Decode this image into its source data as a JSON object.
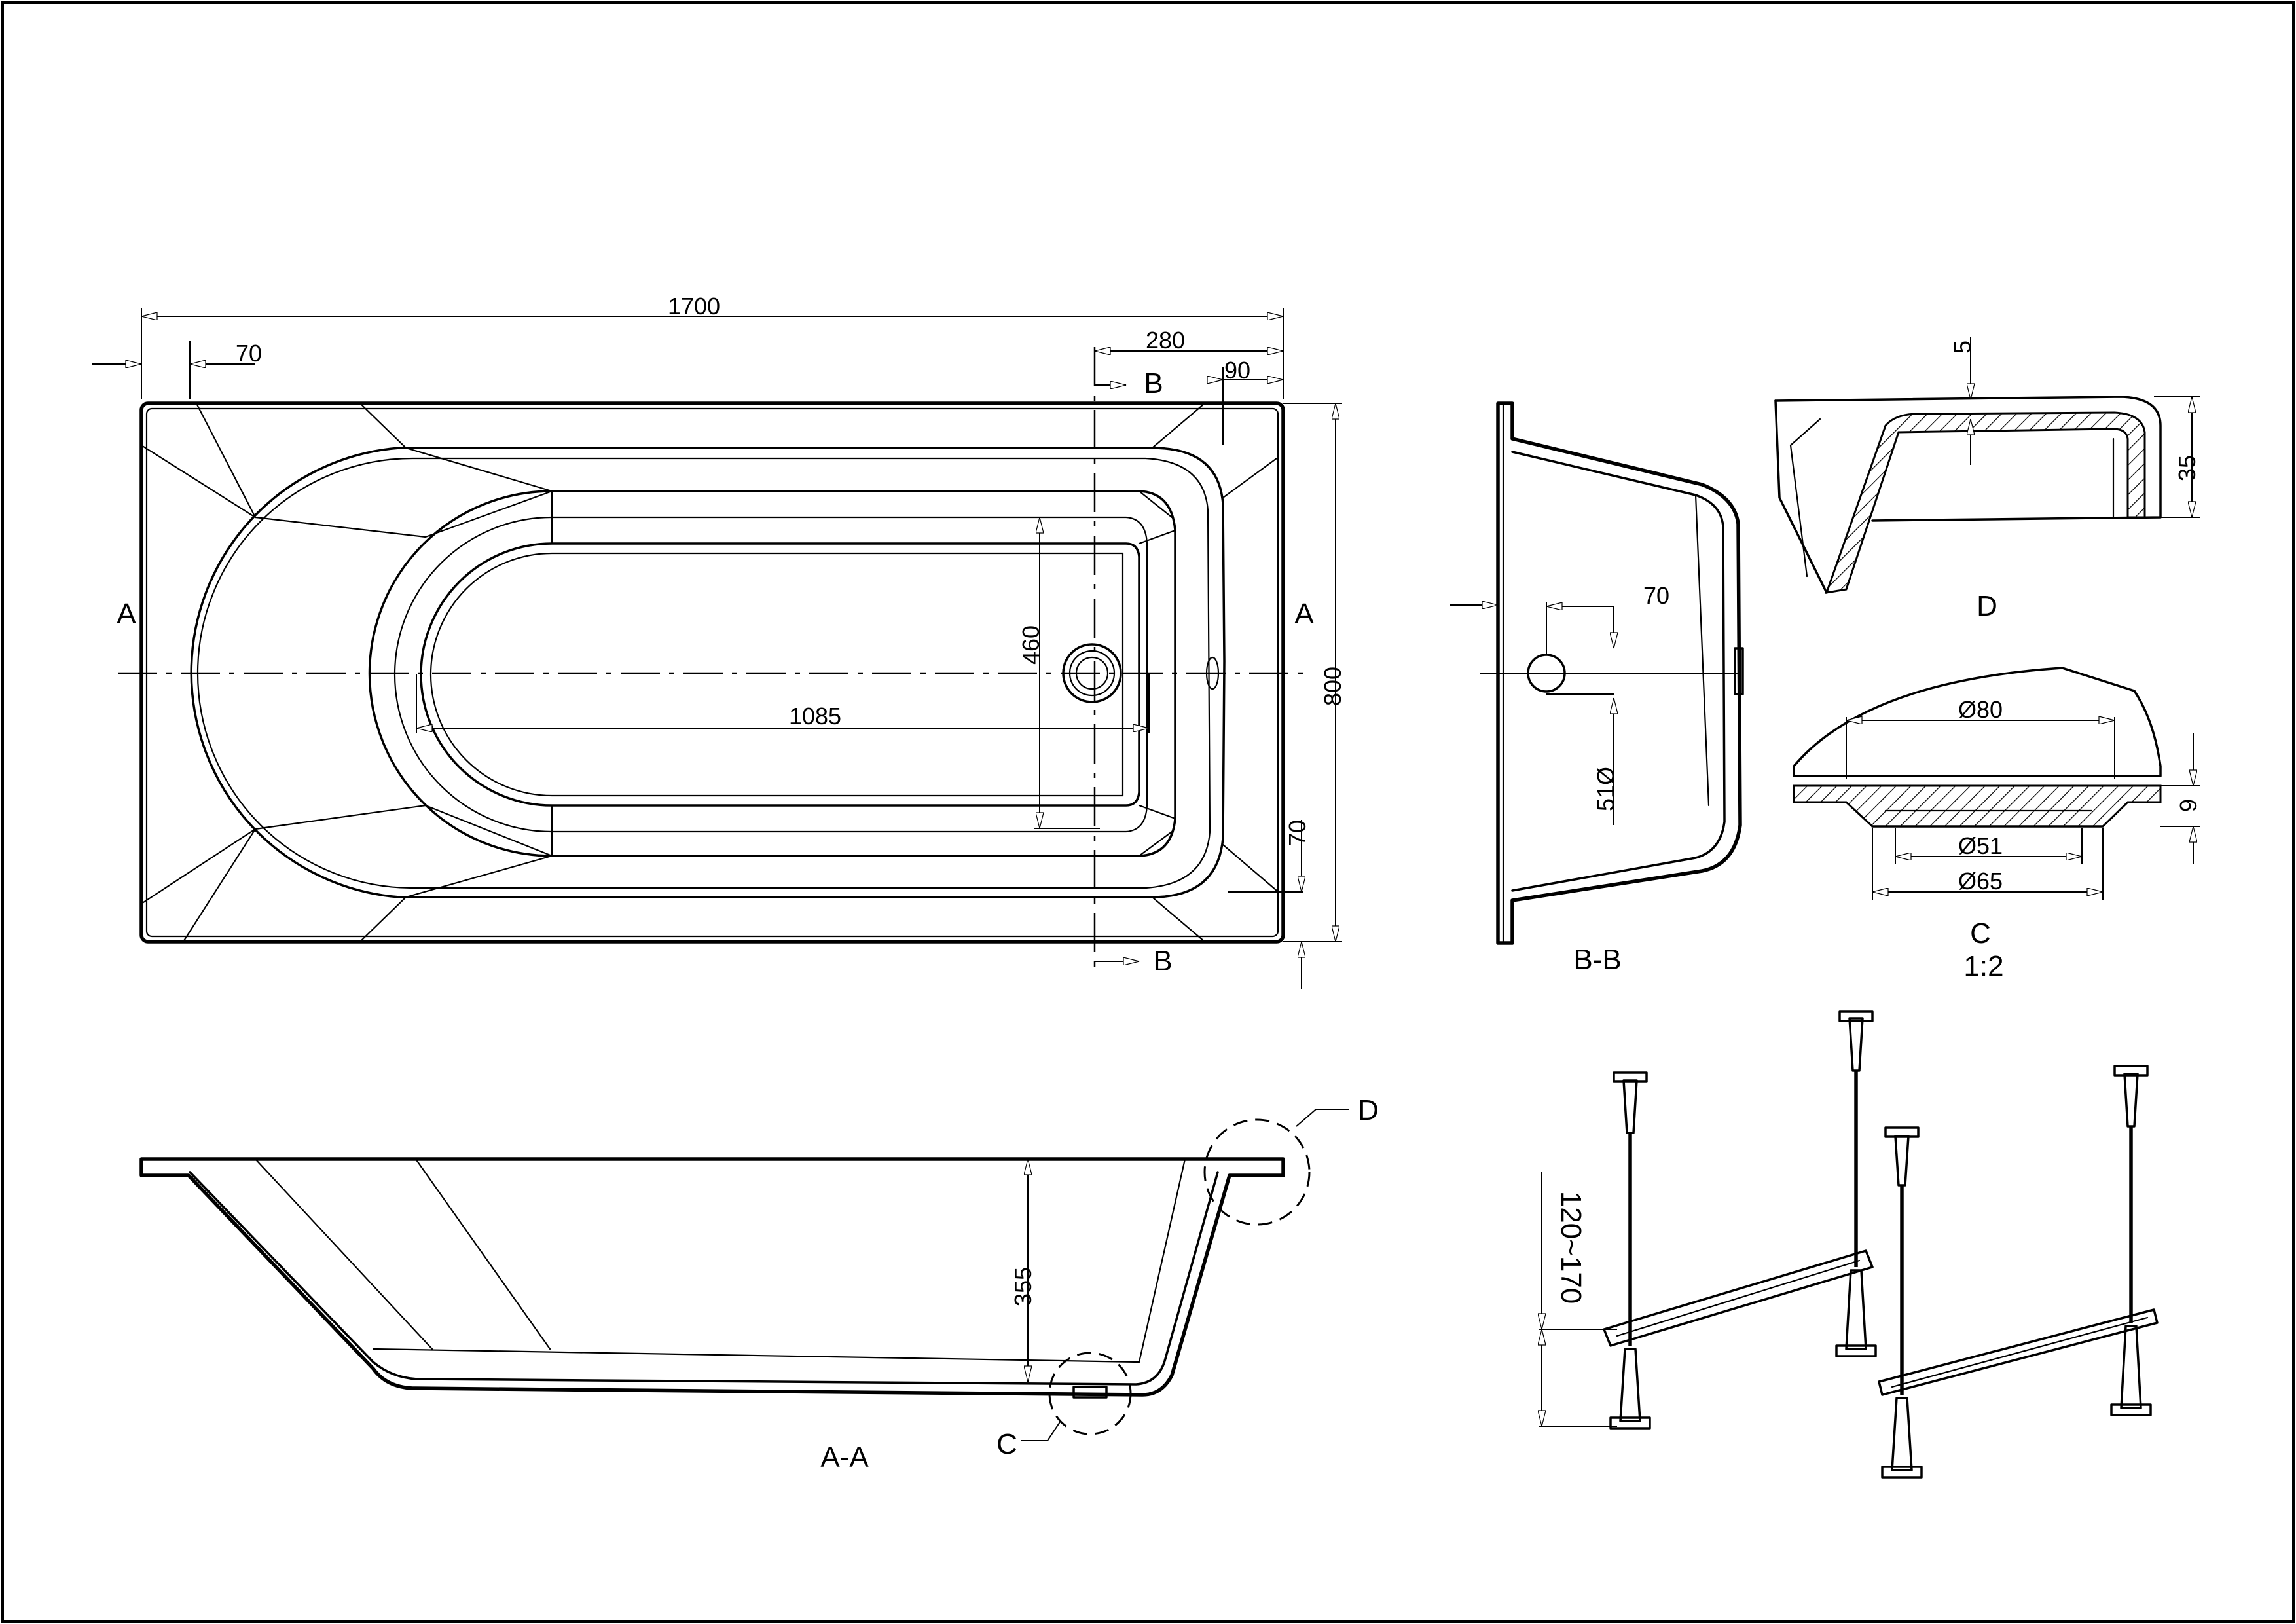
{
  "dimensions": {
    "length": "1700",
    "rim_70": "70",
    "drain_offset_280": "280",
    "rim_90": "90",
    "inner_length": "1085",
    "inner_width": "460",
    "width": "800",
    "rim_70_side": "70",
    "depth": "355",
    "overflow_70": "70",
    "hole_51": "51Ø",
    "rim_5": "5",
    "rim_height_35": "35",
    "drain_d80": "Ø80",
    "drain_d51": "Ø51",
    "drain_d65": "Ø65",
    "drain_9": "9",
    "leg_range": "120~170"
  },
  "labels": {
    "section_a_left": "A",
    "section_a_right": "A",
    "section_b_top": "B",
    "section_b_bottom": "B",
    "view_aa": "A-A",
    "view_bb": "B-B",
    "detail_c": "C",
    "detail_c_callout": "C",
    "detail_c_scale": "1:2",
    "detail_d": "D",
    "detail_d_callout": "D"
  }
}
